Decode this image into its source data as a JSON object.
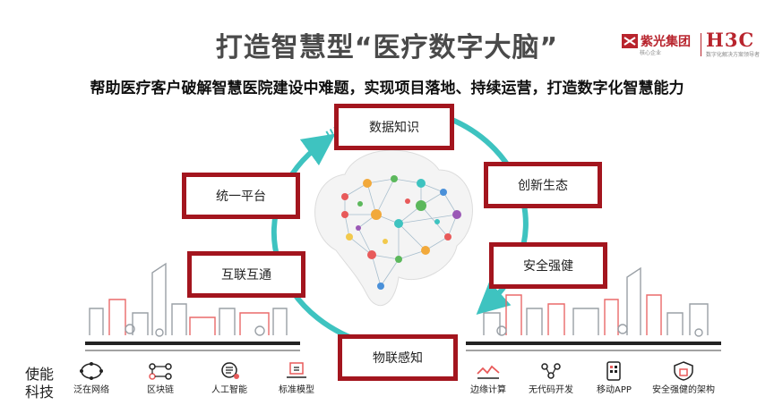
{
  "title": "打造智慧型“医疗数字大脑”",
  "subtitle": "帮助医疗客户破解智慧医院建设中难题，实现项目落地、持续运营，打造数字化智慧能力",
  "logo": {
    "unisgroup_name": "紫光集团",
    "unisgroup_sub": "核心企业",
    "h3c_name": "H3C",
    "h3c_sub": "数字化解决方案领导者",
    "brand_color": "#b8242d"
  },
  "boxes": {
    "top": "数据知识",
    "right_top": "创新生态",
    "right_bottom": "安全强健",
    "bottom": "物联感知",
    "left_bottom": "互联互通",
    "left_top": "统一平台"
  },
  "enabling_label": [
    "使能",
    "科技"
  ],
  "tech_left": [
    {
      "label": "泛在网络",
      "icon": "network-icon"
    },
    {
      "label": "区块链",
      "icon": "blockchain-icon"
    },
    {
      "label": "人工智能",
      "icon": "ai-icon"
    },
    {
      "label": "标准模型",
      "icon": "model-icon"
    }
  ],
  "tech_right": [
    {
      "label": "边缘计算",
      "icon": "edge-computing-icon"
    },
    {
      "label": "无代码开发",
      "icon": "nocode-icon"
    },
    {
      "label": "移动APP",
      "icon": "mobile-app-icon"
    },
    {
      "label": "安全强健的架构",
      "icon": "secure-architecture-icon"
    }
  ],
  "colors": {
    "box_border": "#a3151e",
    "cycle_arrow": "#3ec3c0",
    "city_accent": "#ea6a6a"
  }
}
